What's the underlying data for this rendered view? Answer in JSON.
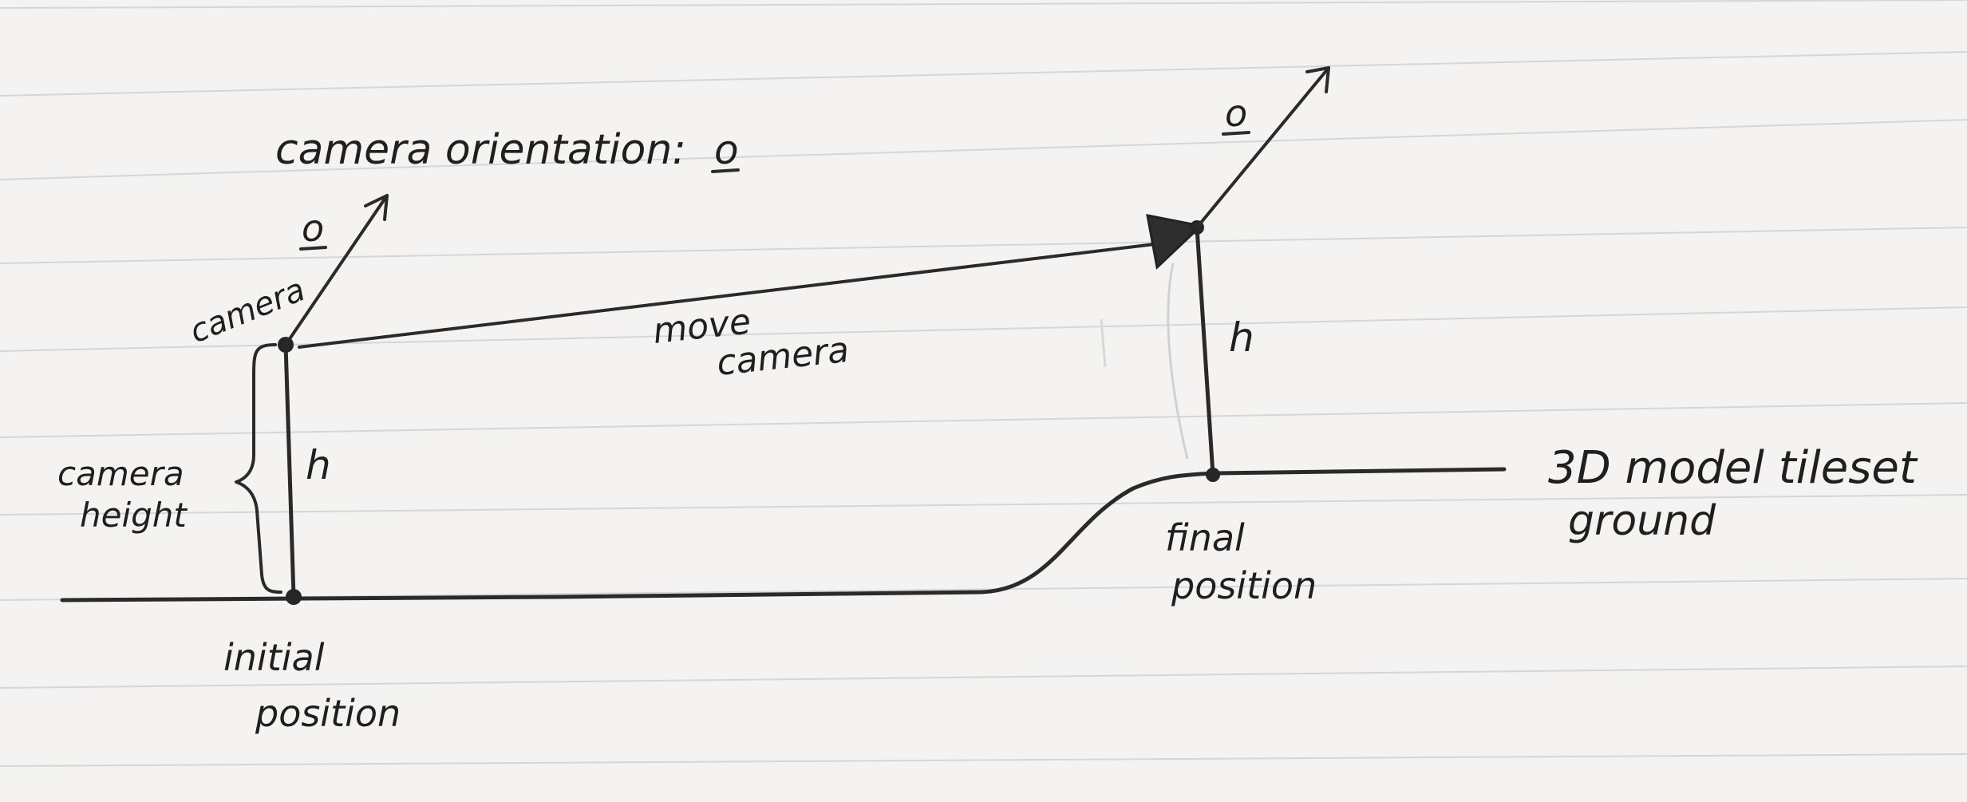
{
  "labels": {
    "camera_orientation": "camera orientation:",
    "orientation_symbol": "o",
    "orientation_symbol_camera": "o",
    "orientation_symbol_final": "o",
    "camera": "camera",
    "camera_height_line1": "camera",
    "camera_height_line2": "height",
    "h_initial": "h",
    "h_final": "h",
    "move_camera_line1": "move",
    "move_camera_line2": "camera",
    "final_position_line1": "final",
    "final_position_line2": "position",
    "initial_position_line1": "initial",
    "initial_position_line2": "position",
    "ground_line1": "3D model tileset",
    "ground_line2": "ground"
  },
  "colors": {
    "paper": "#f4f3f1",
    "ink": "#2a2a2a",
    "ruled_line": "#d3d7da"
  }
}
